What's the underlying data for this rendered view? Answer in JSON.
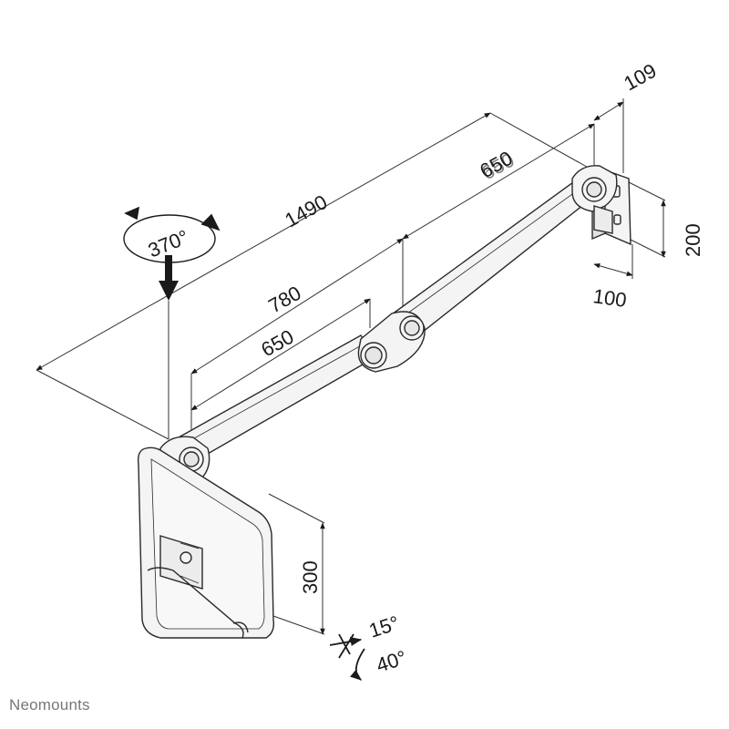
{
  "dimensions": {
    "total_length": "1490",
    "outer_arm_length": "650",
    "outer_arm_length_overlay": "650",
    "mid_reach": "780",
    "inner_arm_length": "650",
    "wall_plate_depth": "109",
    "wall_plate_height": "200",
    "wall_plate_width": "100",
    "drop_height": "300",
    "rotation": "370°",
    "tilt_up": "15°",
    "tilt_down": "40°"
  },
  "brand": {
    "name": "Neomounts"
  },
  "colors": {
    "line": "#1a1a1a",
    "dim_line": "#333333",
    "part_fill": "#f4f4f4",
    "part_stroke": "#2a2a2a",
    "brand_text": "#777777"
  }
}
